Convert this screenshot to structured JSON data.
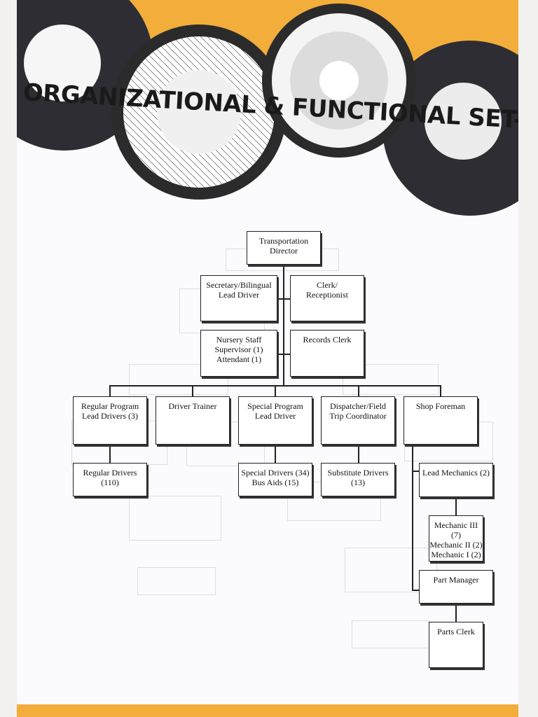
{
  "header": {
    "title": "ORGANIZATIONAL & FUNCTIONAL SET-UP"
  },
  "colors": {
    "accent": "#f2ad3b",
    "disc": "#2e2d33"
  },
  "org_chart": {
    "director": "Transportation\nDirector",
    "secretary": "Secretary/Bilingual\nLead Driver",
    "clerk_receptionist": "Clerk/\nReceptionist",
    "nursery_staff": "Nursery Staff\nSupervisor (1)\nAttendant (1)",
    "records_clerk": "Records Clerk",
    "regular_program": "Regular Program\nLead Drivers (3)",
    "driver_trainer": "Driver Trainer",
    "special_program": "Special Program\nLead Driver",
    "dispatcher": "Dispatcher/Field\nTrip Coordinator",
    "shop_foreman": "Shop Foreman",
    "regular_drivers": "Regular Drivers (110)",
    "special_drivers": "Special Drivers (34)\nBus Aids (15)",
    "substitute_drivers": "Substitute Drivers (13)",
    "lead_mechanics": "Lead Mechanics (2)",
    "mechanics": "Mechanic III (7)\nMechanic II (2)\nMechanic I (2)",
    "part_manager": "Part Manager",
    "parts_clerk": "Parts Clerk"
  }
}
